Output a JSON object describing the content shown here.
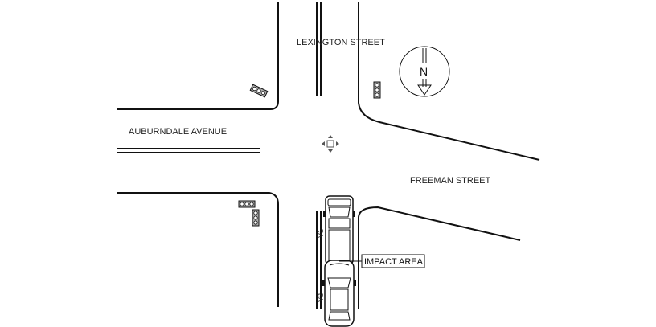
{
  "streets": {
    "lexington": "LEXINGTON STREET",
    "auburndale": "AUBURNDALE AVENUE",
    "freeman": "FREEMAN STREET"
  },
  "compass": {
    "letter": "N"
  },
  "vehicles": {
    "v1": "V1",
    "v2": "V2"
  },
  "impact": {
    "label": "IMPACT AREA"
  },
  "icons": [
    "traffic-signal-icon",
    "move-handle-icon",
    "north-arrow-icon",
    "car-icon"
  ]
}
